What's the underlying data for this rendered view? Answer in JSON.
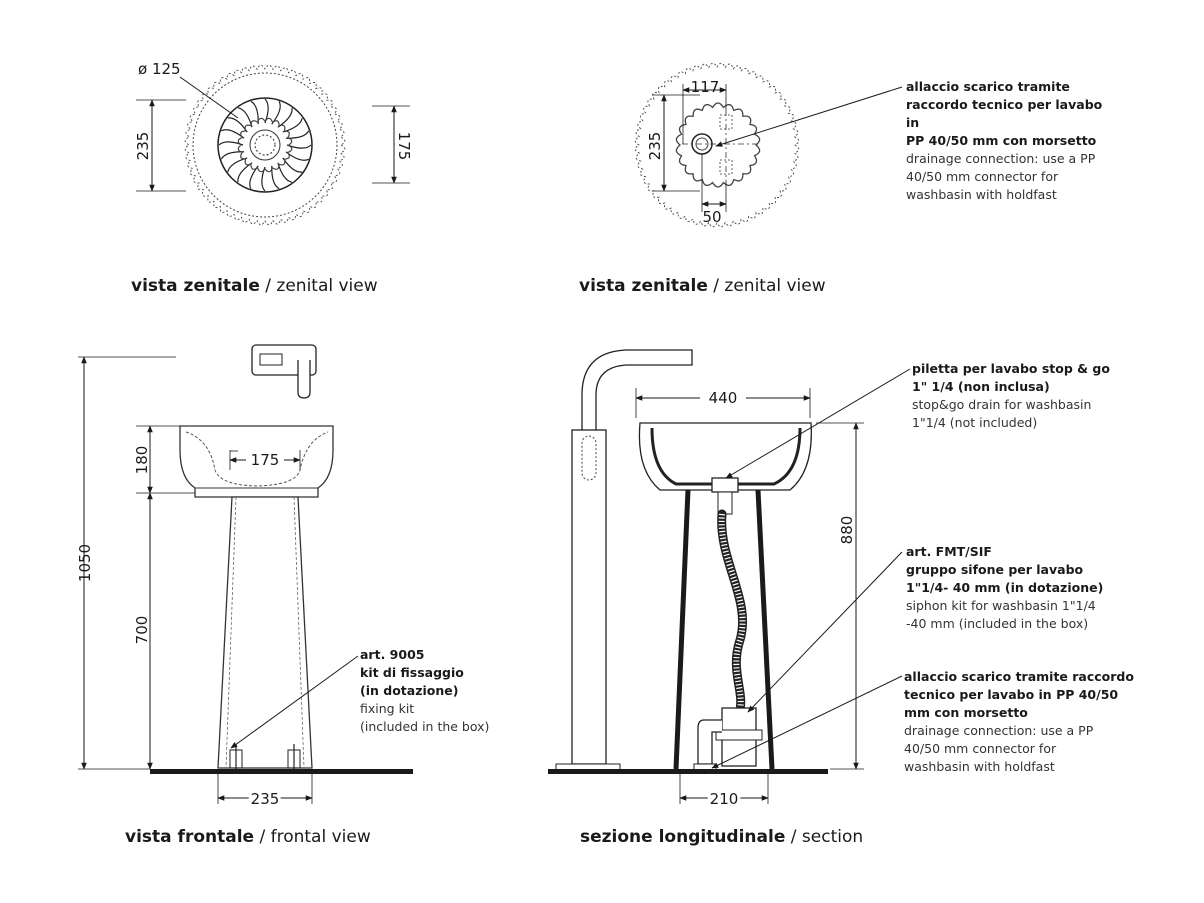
{
  "views": {
    "top_left": {
      "caption_bold": "vista zenitale",
      "caption_sep": " / ",
      "caption_en": "zenital view"
    },
    "top_right": {
      "caption_bold": "vista zenitale",
      "caption_sep": " / ",
      "caption_en": "zenital view"
    },
    "bottom_left": {
      "caption_bold": "vista frontale",
      "caption_sep": " / ",
      "caption_en": "frontal view"
    },
    "bottom_right": {
      "caption_bold": "sezione longitudinale",
      "caption_sep": " / ",
      "caption_en": "section"
    }
  },
  "dimensions": {
    "d125": "ø 125",
    "d235_top": "235",
    "d175_top": "175",
    "d117": "117",
    "d235_top_r": "235",
    "d50": "50",
    "d1050": "1050",
    "d180": "180",
    "d700": "700",
    "d175_front": "175",
    "d235_bottom": "235",
    "d440": "440",
    "d880": "880",
    "d210": "210"
  },
  "annotations": {
    "drain_top": {
      "bold": [
        "allaccio scarico tramite",
        "raccordo tecnico per lavabo in",
        "PP 40/50 mm con morsetto"
      ],
      "normal": [
        "drainage connection: use a PP",
        "40/50 mm connector for",
        "washbasin with holdfast"
      ]
    },
    "fixing_kit": {
      "bold": [
        "art. 9005",
        "kit di fissaggio",
        "(in dotazione)"
      ],
      "normal": [
        "fixing kit",
        "(included in the box)"
      ]
    },
    "piletta": {
      "bold": [
        "piletta per lavabo stop & go",
        "1\" 1/4 (non inclusa)"
      ],
      "normal": [
        "stop&go drain for washbasin",
        "1\"1/4 (not included)"
      ]
    },
    "siphon": {
      "bold": [
        "art. FMT/SIF",
        "gruppo sifone per lavabo",
        "1\"1/4- 40 mm (in dotazione)"
      ],
      "normal": [
        "siphon kit for washbasin 1\"1/4",
        "-40 mm (included in the box)"
      ]
    },
    "drain_bottom": {
      "bold": [
        "allaccio scarico tramite raccordo",
        "tecnico per lavabo in PP 40/50",
        "mm con morsetto"
      ],
      "normal": [
        "drainage connection: use a PP",
        "40/50 mm connector for",
        "washbasin with holdfast"
      ]
    }
  }
}
